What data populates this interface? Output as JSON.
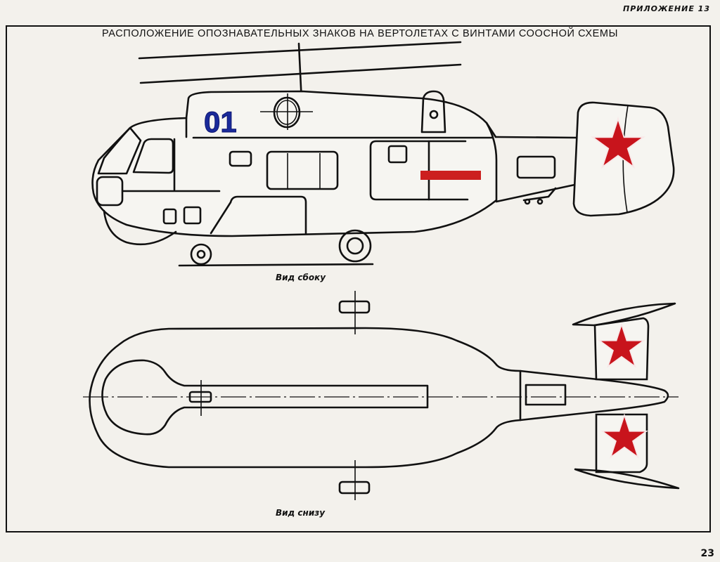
{
  "header": {
    "appendix_label": "ПРИЛОЖЕНИЕ 13",
    "title": "РАСПОЛОЖЕНИЕ ОПОЗНАВАТЕЛЬНЫХ ЗНАКОВ НА ВЕРТОЛЕТАХ С ВИНТАМИ СООСНОЙ СХЕМЫ"
  },
  "side_view": {
    "caption": "Вид сбоку",
    "tail_number": "01",
    "tail_number_color": "#1a2a9a",
    "insignia": "red-star-icon",
    "fuselage_stripe": "red-stripe",
    "stripe_color": "#cc1f1f",
    "star_color": "#c8141c"
  },
  "bottom_view": {
    "caption": "Вид снизу",
    "insignia_count": 2,
    "insignia": "red-star-icon",
    "star_color": "#c8141c"
  },
  "footer": {
    "page_number": "23"
  }
}
